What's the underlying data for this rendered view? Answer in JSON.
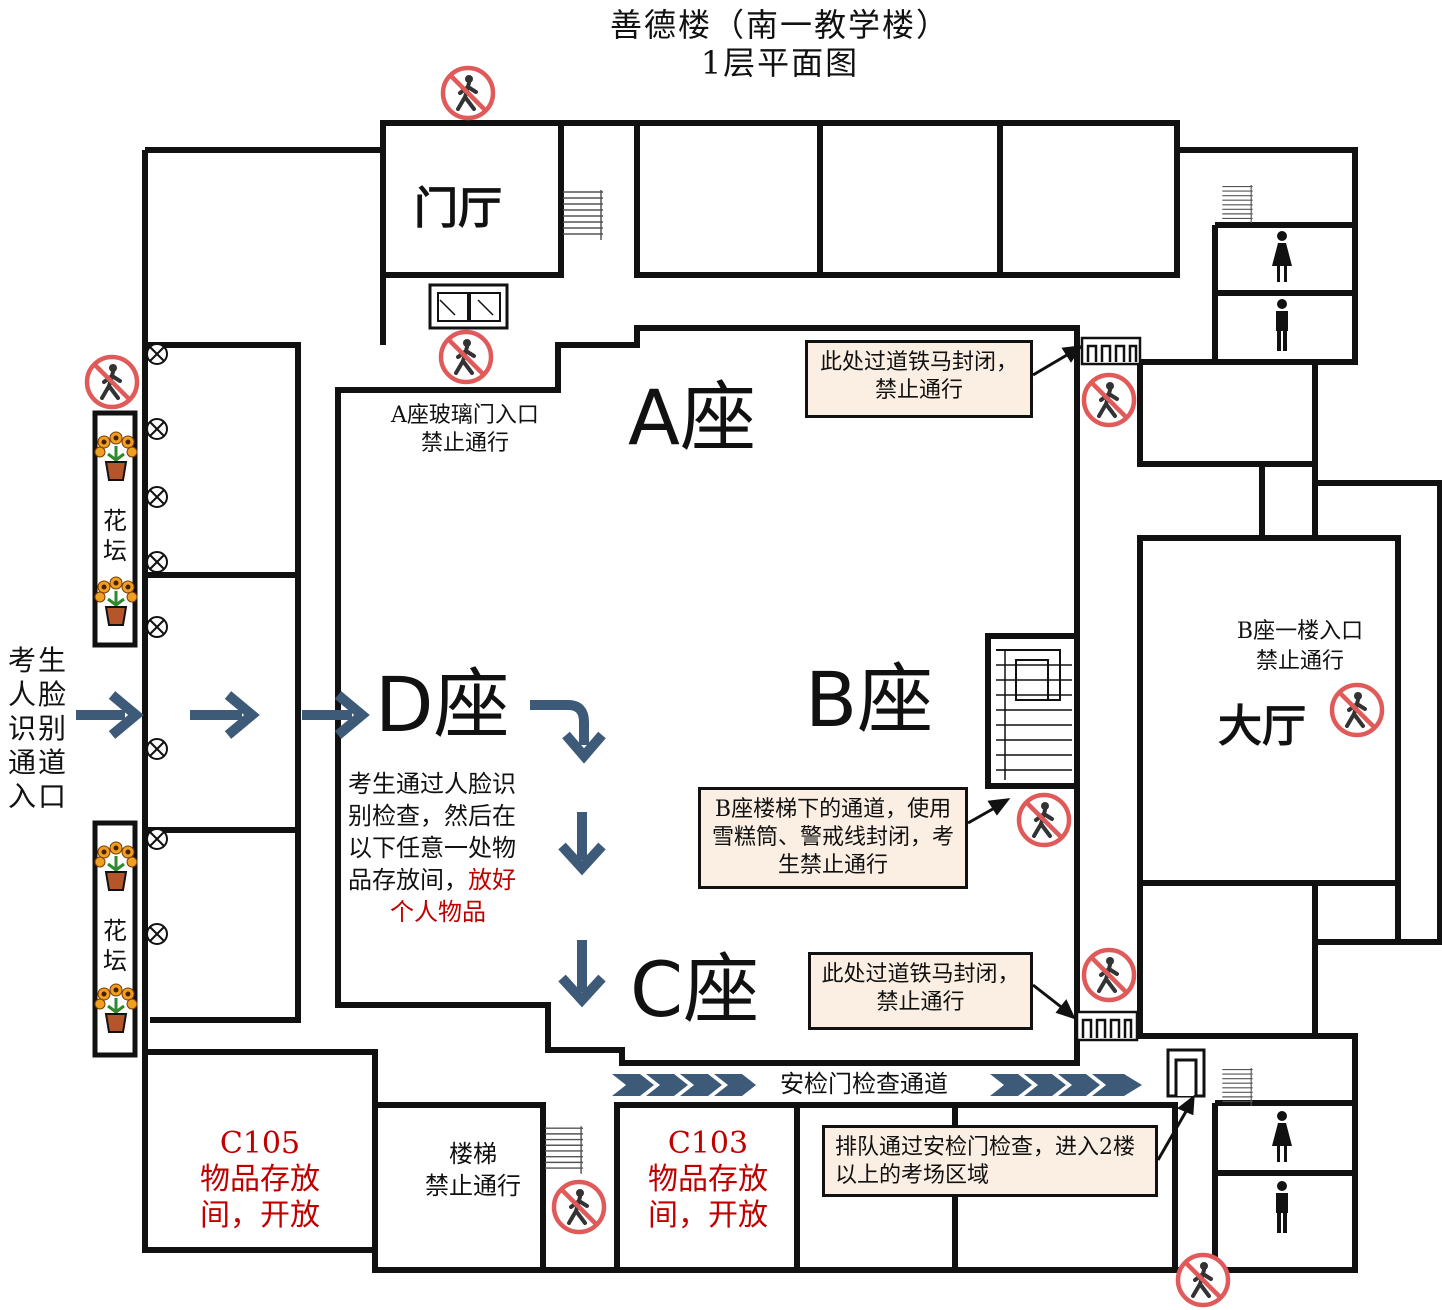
{
  "title": {
    "line1": "善德楼（南一教学楼）",
    "line2": "1层平面图"
  },
  "rooms": {
    "lobby": "门厅",
    "hall": "大厅",
    "c105": [
      "C105",
      "物品存放",
      "间，开放"
    ],
    "c103": [
      "C103",
      "物品存放",
      "间，开放"
    ],
    "stairs": [
      "楼梯",
      "禁止通行"
    ],
    "flowerbed": [
      "花",
      "坛"
    ]
  },
  "zones": {
    "a": "A座",
    "b": "B座",
    "c": "C座",
    "d": "D座"
  },
  "labels": {
    "a_glass_door": [
      "A座玻璃门入口",
      "禁止通行"
    ],
    "b_entrance": [
      "B座一楼入口",
      "禁止通行"
    ],
    "security_channel": "安检门检查通道",
    "entry": [
      "考生",
      "人脸",
      "识别",
      "通道",
      "入口"
    ],
    "instruction_black": [
      "考生通过人脸识",
      "别检查，然后在",
      "以下任意一处物",
      "品存放间，"
    ],
    "instruction_red_a": "放好",
    "instruction_red_b": "个人物品"
  },
  "notes": {
    "a_barrier": "此处过道铁马封闭，禁止通行",
    "b_stair": "B座楼梯下的通道，使用雪糕筒、警戒线封闭，考生禁止通行",
    "c_barrier": "此处过道铁马封闭，禁止通行",
    "queue": "排队通过安检门检查，进入2楼以上的考场区域"
  },
  "colors": {
    "arrow": "#3d5a78",
    "no_entry": "#e05a5a",
    "note_bg": "#fbeee2",
    "red_text": "#c00000",
    "flower_petal": "#f0a020"
  },
  "icons": [
    "no-pedestrian-icon",
    "female-toilet-icon",
    "male-toilet-icon",
    "light-fixture-icon",
    "flower-pot-icon",
    "stairs-icon",
    "security-gate-icon",
    "barrier-icon",
    "glass-door-icon",
    "arrow-right-icon",
    "arrow-down-icon",
    "chevron-right-icon"
  ]
}
